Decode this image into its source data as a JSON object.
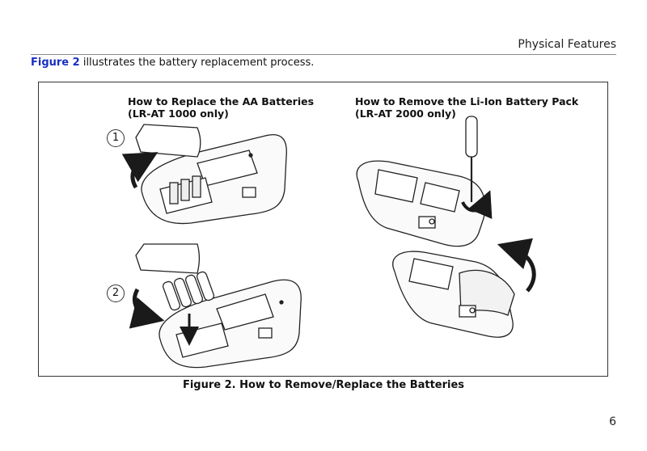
{
  "header": {
    "title": "Physical Features"
  },
  "intro": {
    "link_text": "Figure 2",
    "text": " illustrates the battery replacement process."
  },
  "figure": {
    "left_heading": {
      "line1": "How to Replace the AA Batteries",
      "line2": "(LR-AT 1000 only)"
    },
    "right_heading": {
      "line1": "How to Remove the Li-Ion Battery Pack",
      "line2": "(LR-AT 2000 only)"
    },
    "steps": [
      "1",
      "2"
    ],
    "caption": "Figure 2. How to Remove/Replace the Batteries"
  },
  "footer": {
    "page_number": "6"
  },
  "colors": {
    "link": "#1a2fc0",
    "rule": "#888888",
    "line_art": "#222222",
    "arrow": "#1a1a1a"
  }
}
